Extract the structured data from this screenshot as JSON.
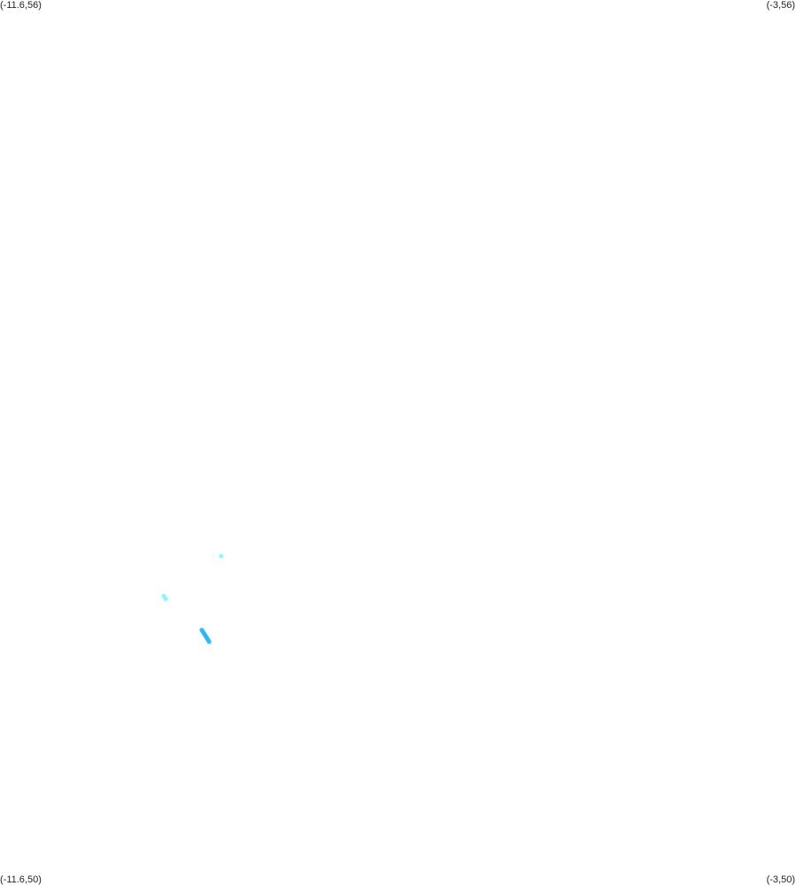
{
  "corners": {
    "top_left": "(-11.6,56)",
    "top_right": "(-3,56)",
    "bottom_left": "(-11.6,50)",
    "bottom_right": "(-3,50)"
  },
  "bounds": {
    "lon_min": -11.6,
    "lon_max": -3,
    "lat_min": 50,
    "lat_max": 56
  },
  "points": [
    {
      "lon": -9.21,
      "lat": 52.23,
      "color": "#7ff3f8"
    },
    {
      "lon": -9.83,
      "lat": 51.96,
      "color": "#7ff3f8"
    },
    {
      "lon": -9.81,
      "lat": 51.94,
      "color": "#7ff3f8"
    },
    {
      "lon": -9.42,
      "lat": 51.73,
      "color": "#29b6f0"
    },
    {
      "lon": -9.41,
      "lat": 51.72,
      "color": "#29b6f0"
    },
    {
      "lon": -9.4,
      "lat": 51.71,
      "color": "#29b6f0"
    },
    {
      "lon": -9.39,
      "lat": 51.7,
      "color": "#29b6f0"
    },
    {
      "lon": -9.38,
      "lat": 51.69,
      "color": "#29b6f0"
    },
    {
      "lon": -9.37,
      "lat": 51.68,
      "color": "#29b6f0"
    },
    {
      "lon": -9.36,
      "lat": 51.67,
      "color": "#29b6f0"
    },
    {
      "lon": -9.35,
      "lat": 51.66,
      "color": "#29b6f0"
    },
    {
      "lon": -9.34,
      "lat": 51.65,
      "color": "#29b6f0"
    }
  ]
}
